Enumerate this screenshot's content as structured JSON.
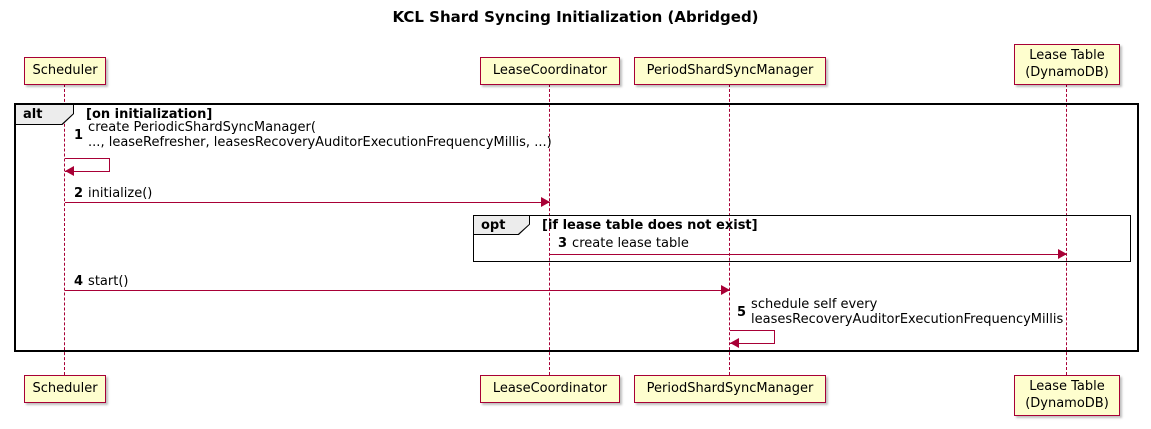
{
  "title": "KCL Shard Syncing Initialization (Abridged)",
  "participants": {
    "scheduler": {
      "label": "Scheduler"
    },
    "leaseCoordinator": {
      "label": "LeaseCoordinator"
    },
    "periodShardSyncManager": {
      "label": "PeriodShardSyncManager"
    },
    "leaseTable": {
      "line1": "Lease Table",
      "line2": "(DynamoDB)"
    }
  },
  "frames": {
    "alt": {
      "label": "alt",
      "guard": "[on initialization]"
    },
    "opt": {
      "label": "opt",
      "guard": "[if lease table does not exist]"
    }
  },
  "messages": {
    "m1": {
      "num": "1",
      "line1": "create PeriodicShardSyncManager(",
      "line2": "..., leaseRefresher, leasesRecoveryAuditorExecutionFrequencyMillis, ...)"
    },
    "m2": {
      "num": "2",
      "text": "initialize()"
    },
    "m3": {
      "num": "3",
      "text": "create lease table"
    },
    "m4": {
      "num": "4",
      "text": "start()"
    },
    "m5": {
      "num": "5",
      "line1": "schedule self every",
      "line2": "leasesRecoveryAuditorExecutionFrequencyMillis"
    }
  },
  "colors": {
    "participant-fill": "#FEFECE",
    "participant-border": "#A80036",
    "lifeline": "#A80036",
    "arrow": "#A80036",
    "frame-border": "#000000",
    "text": "#000000"
  }
}
